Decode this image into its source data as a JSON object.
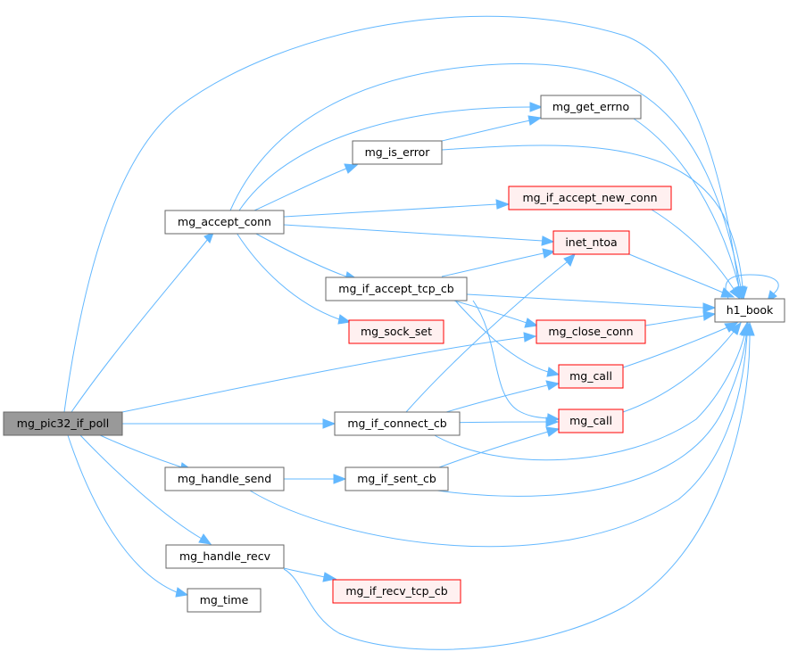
{
  "colors": {
    "edge": "#63b8ff",
    "node_border_default": "#666666",
    "node_border_truncated": "#ff0000",
    "node_fill_default": "#ffffff",
    "node_fill_truncated": "#fff0f0",
    "node_fill_root": "#999999"
  },
  "nodes": {
    "mg_pic32_if_poll": "mg_pic32_if_poll",
    "mg_accept_conn": "mg_accept_conn",
    "mg_is_error": "mg_is_error",
    "mg_get_errno": "mg_get_errno",
    "mg_if_accept_new_conn": "mg_if_accept_new_conn",
    "inet_ntoa": "inet_ntoa",
    "mg_if_accept_tcp_cb": "mg_if_accept_tcp_cb",
    "h1_book": "h1_book",
    "mg_sock_set": "mg_sock_set",
    "mg_close_conn": "mg_close_conn",
    "mg_call_1": "mg_call",
    "mg_call_2": "mg_call",
    "mg_if_connect_cb": "mg_if_connect_cb",
    "mg_handle_send": "mg_handle_send",
    "mg_if_sent_cb": "mg_if_sent_cb",
    "mg_handle_recv": "mg_handle_recv",
    "mg_if_recv_tcp_cb": "mg_if_recv_tcp_cb",
    "mg_time": "mg_time"
  }
}
